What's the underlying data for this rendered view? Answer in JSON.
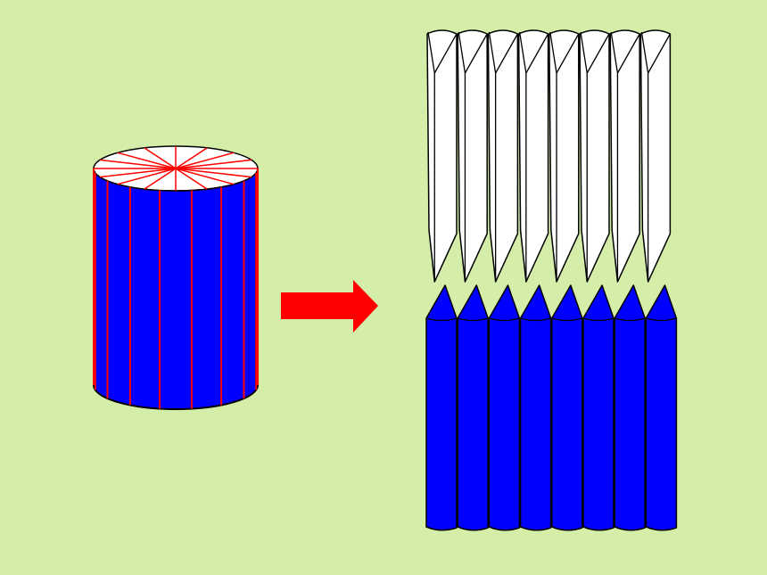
{
  "colors": {
    "background": "#D4EEAA",
    "cylinder_fill": "#0000FF",
    "top_face": "#FFFFFF",
    "cut_lines": "#FF0000",
    "arrow": "#FF0000",
    "outline": "#000000",
    "wedge_white": "#FFFFFF",
    "wedge_blue": "#0000FF"
  },
  "diagram": {
    "cylinder": {
      "sector_count": 16,
      "visible_cut_lines": 8
    },
    "arrow": {
      "direction": "right"
    },
    "white_wedges": {
      "count": 8
    },
    "blue_wedges": {
      "count": 8
    }
  }
}
